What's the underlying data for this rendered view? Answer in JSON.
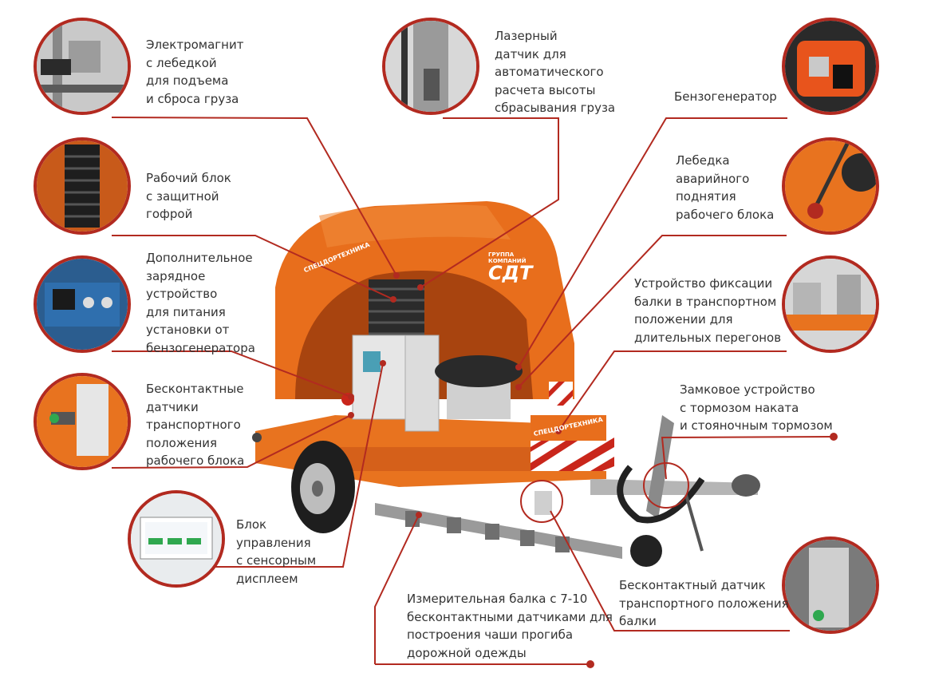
{
  "colors": {
    "accent_red": "#b22a20",
    "machine_orange": "#e86e1c",
    "text": "#333333"
  },
  "trailer": {
    "brand_left": "СПЕЦДОРТЕХНИКА",
    "brand_right": "ГРУППА КОМПАНИЙ",
    "logo": "СДТ",
    "panel_brand": "СПЕЦДОРТЕХНИКА"
  },
  "annotations": [
    {
      "id": "electromagnet",
      "text": "Электромагнит\nс лебедкой\nдля подъема\nи сброса груза",
      "icon": "electromagnet-winch"
    },
    {
      "id": "laser",
      "text": "Лазерный\nдатчик для\nавтоматического\nрасчета высоты\nсбрасывания груза",
      "icon": "laser-sensor"
    },
    {
      "id": "generator",
      "text": "Бензогенератор",
      "icon": "petrol-generator"
    },
    {
      "id": "work-unit",
      "text": "Рабочий блок\nс защитной\nгофрой",
      "icon": "bellows-unit"
    },
    {
      "id": "winch",
      "text": "Лебедка\nаварийного\nподнятия\nрабочего блока",
      "icon": "emergency-winch"
    },
    {
      "id": "charger",
      "text": "Дополнительное\nзарядное\nустройство\nдля питания\nустановки от\nбензогенератора",
      "icon": "charger-device"
    },
    {
      "id": "beam-lock",
      "text": "Устройство фиксации\nбалки в транспортном\nположении для\nдлительных перегонов",
      "icon": "beam-lock-device"
    },
    {
      "id": "sensors-block",
      "text": "Бесконтактные\nдатчики\nтранспортного\nположения\nрабочего блока",
      "icon": "proximity-sensor"
    },
    {
      "id": "coupling",
      "text": "Замковое устройство\nс тормозом наката\nи стояночным тормозом",
      "icon": "tow-coupling"
    },
    {
      "id": "control",
      "text": "Блок\nуправления\nс сенсорным\nдисплеем",
      "icon": "touch-display"
    },
    {
      "id": "beam-sensor",
      "text": "Бесконтактный датчик\nтранспортного положения\nбалки",
      "icon": "beam-proximity-sensor"
    },
    {
      "id": "beam",
      "text": "Измерительная балка с 7-10\nбесконтактными датчиками для\nпостроения чаши прогиба\nдорожной одежды",
      "icon": ""
    }
  ]
}
